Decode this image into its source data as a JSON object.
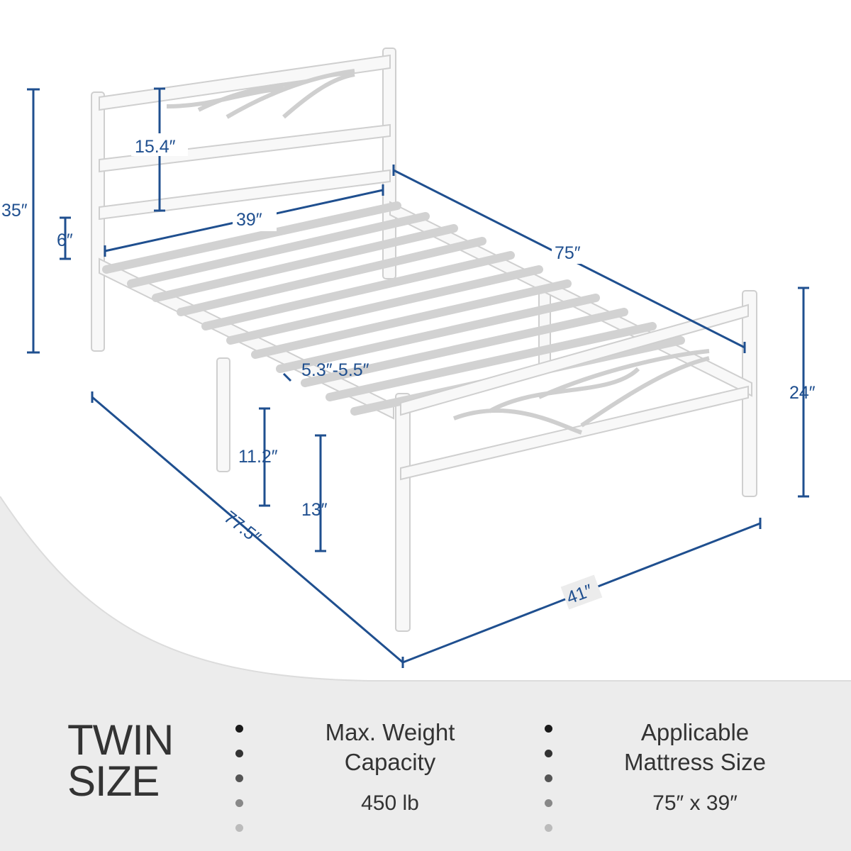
{
  "dimensions": {
    "headboard_panel": "15.4″",
    "width_inner": "39″",
    "length_inner": "75″",
    "total_height": "35″",
    "rail_gap": "6″",
    "slat_gap": "5.3″-5.5″",
    "under_bed_clearance": "11.2″",
    "floor_to_top": "13″",
    "total_length": "77.5″",
    "total_width": "41″",
    "footboard_height": "24″"
  },
  "specs": {
    "size_line1": "TWIN",
    "size_line2": "SIZE",
    "weight_label_line1": "Max. Weight",
    "weight_label_line2": "Capacity",
    "weight_value": "450 lb",
    "mattress_label_line1": "Applicable",
    "mattress_label_line2": "Mattress Size",
    "mattress_value": "75″ x 39″"
  },
  "colors": {
    "dimension_lines": "#1f4f8f",
    "background_swoosh": "#ececec",
    "frame": "#f7f7f7",
    "text": "#333333"
  }
}
